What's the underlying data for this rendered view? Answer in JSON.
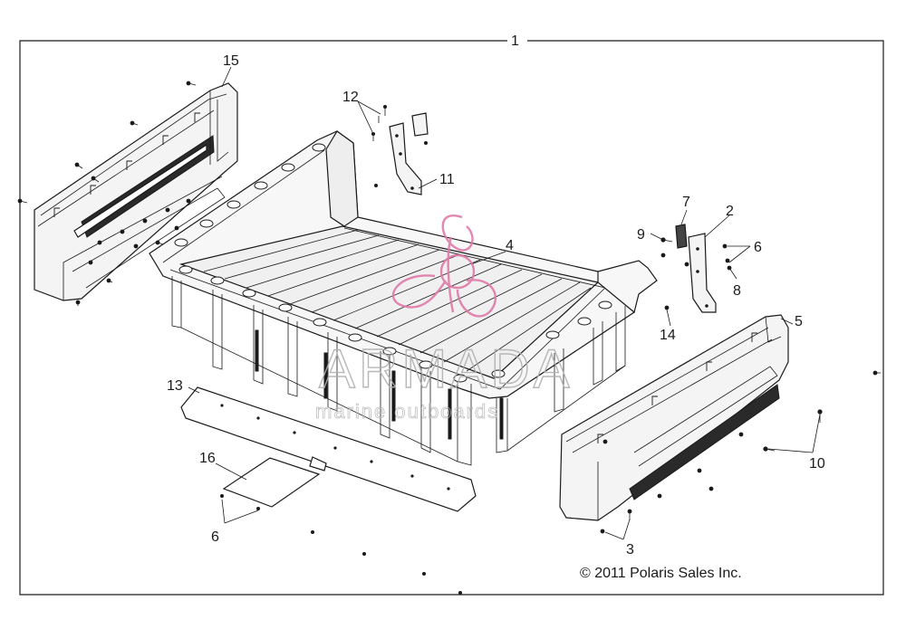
{
  "callouts": {
    "c1": "1",
    "c2": "2",
    "c3": "3",
    "c4": "4",
    "c5": "5",
    "c6a": "6",
    "c6b": "6",
    "c7": "7",
    "c8": "8",
    "c9": "9",
    "c10": "10",
    "c11": "11",
    "c12": "12",
    "c13": "13",
    "c14": "14",
    "c15": "15",
    "c16": "16"
  },
  "copyright": "© 2011 Polaris Sales Inc.",
  "watermark": {
    "brand": "ARMADA",
    "tagline": "marine outboards",
    "accent_color": "#e07aa8"
  },
  "colors": {
    "line": "#1a1a1a",
    "background": "#ffffff"
  }
}
